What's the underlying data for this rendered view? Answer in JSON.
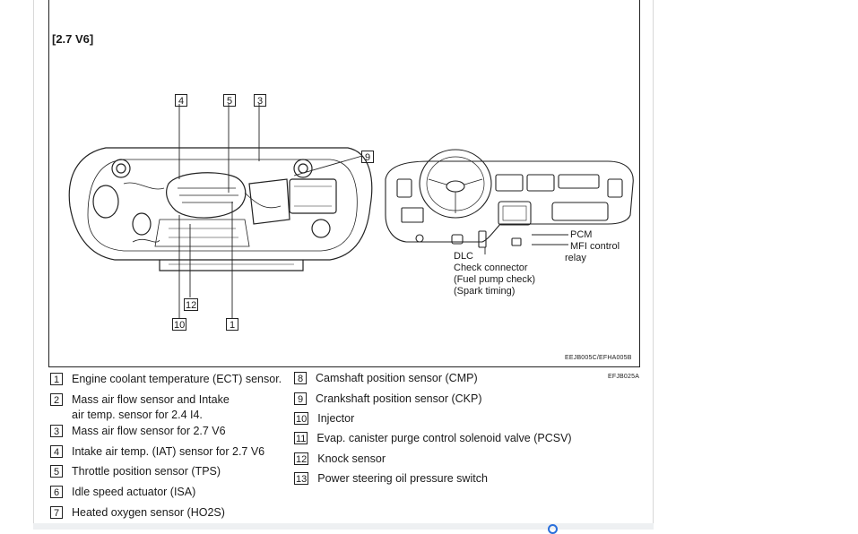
{
  "section_title": "[2.7  V6]",
  "figure_code": "EEJB005C/EFHA005B",
  "legend_code": "EFJB025A",
  "callouts": {
    "n4": "4",
    "n5": "5",
    "n3": "3",
    "n9": "9",
    "n12": "12",
    "n10": "10",
    "n1": "1"
  },
  "dash_labels": {
    "pcm": "PCM",
    "mfi_1": "MFI control",
    "mfi_2": "relay",
    "dlc_1": "DLC",
    "dlc_2": "Check connector",
    "dlc_3": "(Fuel pump check)",
    "dlc_4": "(Spark timing)"
  },
  "legend_left": [
    {
      "num": "1",
      "text": "Engine coolant temperature (ECT) sensor."
    },
    {
      "num": "2",
      "text": "Mass air flow sensor and Intake\nair temp. sensor for 2.4 I4."
    },
    {
      "num": "3",
      "text": "Mass air flow sensor for 2.7 V6"
    },
    {
      "num": "4",
      "text": "Intake air temp. (IAT) sensor for 2.7 V6"
    },
    {
      "num": "5",
      "text": "Throttle position sensor (TPS)"
    },
    {
      "num": "6",
      "text": "Idle speed actuator (ISA)"
    },
    {
      "num": "7",
      "text": "Heated oxygen sensor (HO2S)"
    }
  ],
  "legend_right": [
    {
      "num": "8",
      "text": "Camshaft position sensor (CMP)"
    },
    {
      "num": "9",
      "text": "Crankshaft position sensor (CKP)"
    },
    {
      "num": "10",
      "text": "Injector"
    },
    {
      "num": "11",
      "text": "Evap. canister purge control solenoid valve (PCSV)"
    },
    {
      "num": "12",
      "text": "Knock sensor"
    },
    {
      "num": "13",
      "text": "Power steering oil pressure switch"
    }
  ]
}
